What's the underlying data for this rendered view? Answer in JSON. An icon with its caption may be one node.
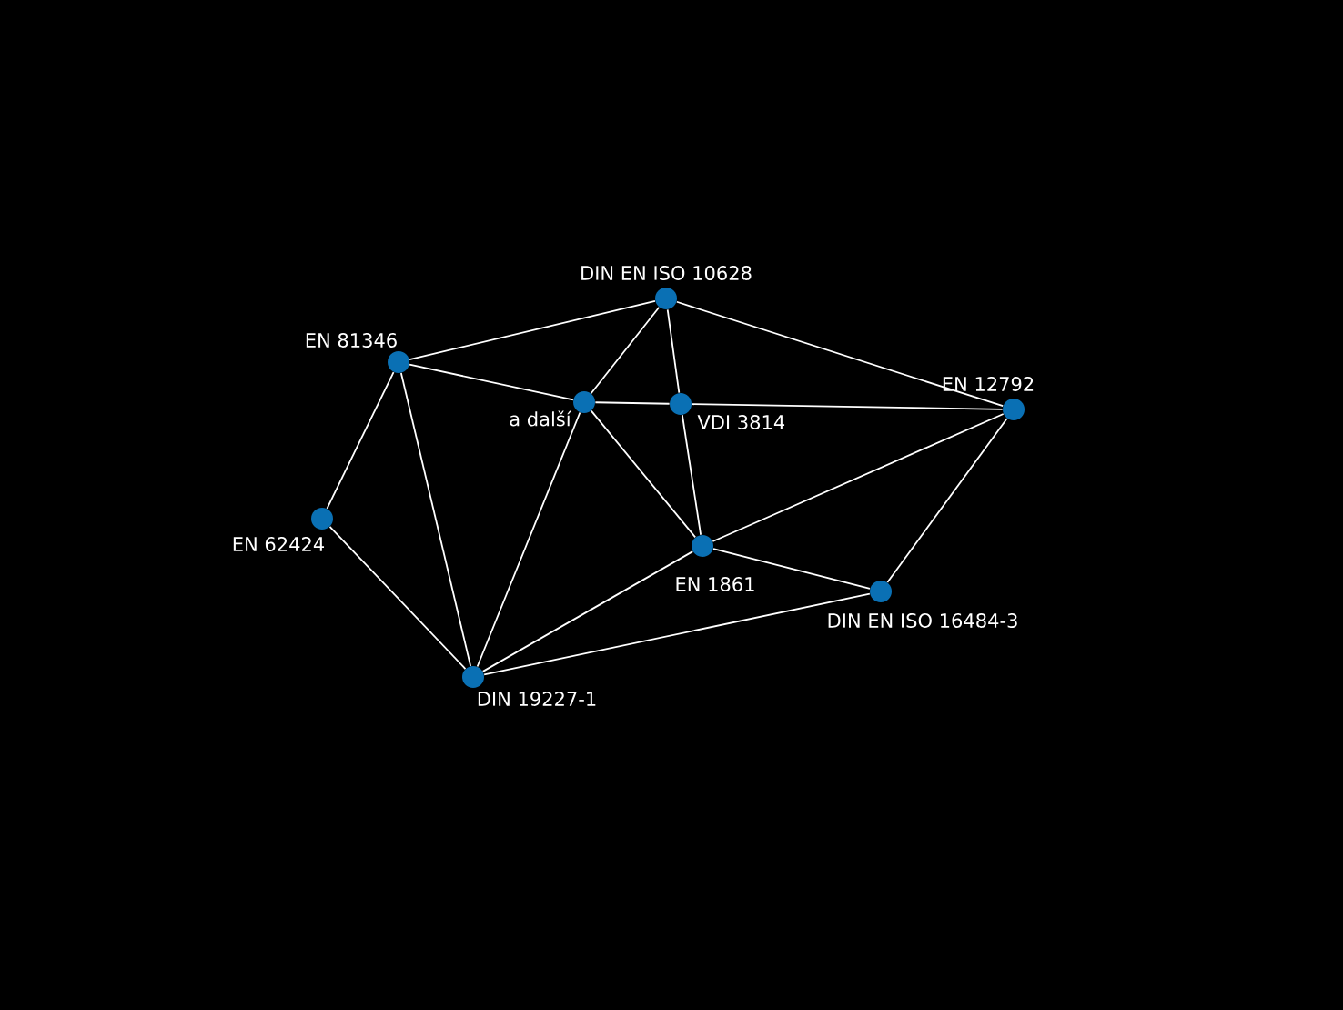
{
  "diagram": {
    "nodes": [
      {
        "text": [],
        "shape": "circle",
        "beside": [
          "DIN EN ISO 10628"
        ]
      },
      {
        "text": [],
        "shape": "circle",
        "beside": [
          "EN 81346"
        ]
      },
      {
        "text": [],
        "shape": "circle",
        "beside": [
          "a další"
        ]
      },
      {
        "text": [],
        "shape": "circle",
        "beside": [
          "VDI 3814"
        ]
      },
      {
        "text": [],
        "shape": "circle",
        "beside": [
          "EN 12792"
        ]
      },
      {
        "text": [],
        "shape": "circle",
        "beside": [
          "EN 62424"
        ]
      },
      {
        "text": [],
        "shape": "circle",
        "beside": [
          "EN 1861"
        ]
      },
      {
        "text": [],
        "shape": "circle",
        "beside": [
          "DIN EN ISO 16484-3"
        ]
      },
      {
        "text": [],
        "shape": "circle",
        "beside": [
          "DIN 19227-1"
        ]
      }
    ],
    "edges": [
      {
        "from": 1,
        "to": 0,
        "arrow": "none"
      },
      {
        "from": 1,
        "to": 2,
        "arrow": "none"
      },
      {
        "from": 1,
        "to": 5,
        "arrow": "none"
      },
      {
        "from": 1,
        "to": 8,
        "arrow": "none"
      },
      {
        "from": 5,
        "to": 8,
        "arrow": "none"
      },
      {
        "from": 0,
        "to": 2,
        "arrow": "none"
      },
      {
        "from": 0,
        "to": 3,
        "arrow": "none"
      },
      {
        "from": 0,
        "to": 4,
        "arrow": "none"
      },
      {
        "from": 2,
        "to": 3,
        "arrow": "none"
      },
      {
        "from": 3,
        "to": 4,
        "arrow": "none"
      },
      {
        "from": 2,
        "to": 6,
        "arrow": "none"
      },
      {
        "from": 2,
        "to": 8,
        "arrow": "none"
      },
      {
        "from": 3,
        "to": 6,
        "arrow": "none"
      },
      {
        "from": 4,
        "to": 6,
        "arrow": "none"
      },
      {
        "from": 4,
        "to": 7,
        "arrow": "none"
      },
      {
        "from": 6,
        "to": 7,
        "arrow": "none"
      },
      {
        "from": 6,
        "to": 8,
        "arrow": "none"
      },
      {
        "from": 8,
        "to": 7,
        "arrow": "none"
      }
    ]
  }
}
